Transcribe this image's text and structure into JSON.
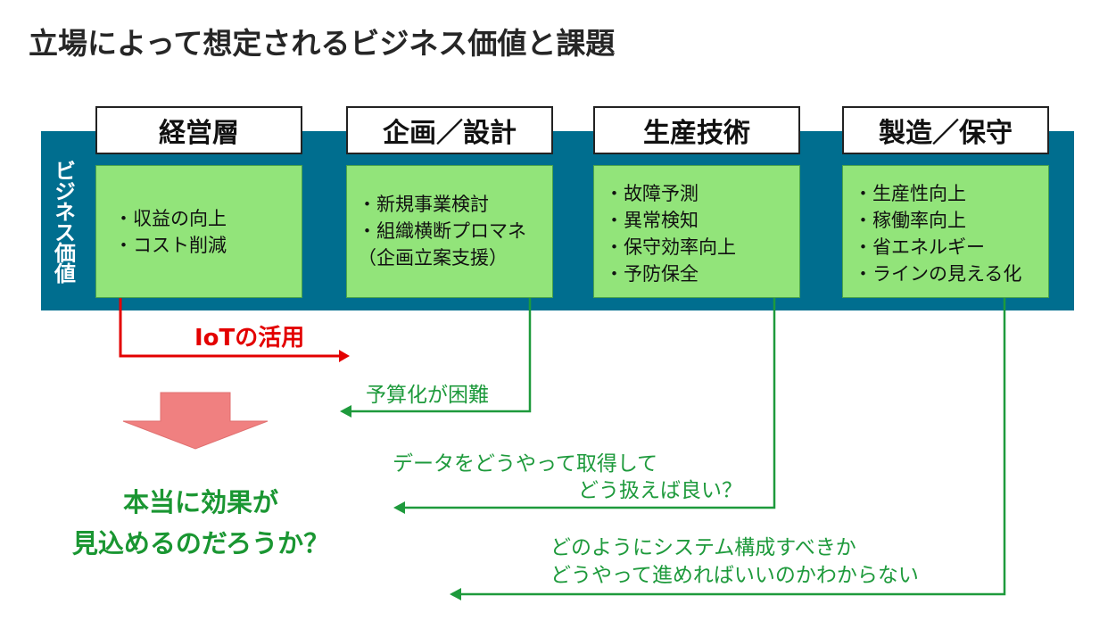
{
  "title": "立場によって想定されるビジネス価値と課題",
  "band_label": "ビジネス価値",
  "columns": [
    {
      "header": "経営層",
      "items": [
        "・収益の向上",
        "・コスト削減"
      ]
    },
    {
      "header": "企画／設計",
      "items": [
        "・新規事業検討",
        "・組織横断プロマネ",
        "（企画立案支援）"
      ]
    },
    {
      "header": "生産技術",
      "items": [
        "・故障予測",
        "・異常検知",
        "・保守効率向上",
        "・予防保全"
      ]
    },
    {
      "header": "製造／保守",
      "items": [
        "・生産性向上",
        "・稼働率向上",
        "・省エネルギー",
        "・ラインの見える化"
      ]
    }
  ],
  "iot_label": "IoTの活用",
  "issues": {
    "budget": "予算化が困難",
    "data_line1": "データをどうやって取得して",
    "data_line2": "どう扱えば良い？",
    "system_line1": "どのようにシステム構成すべきか",
    "system_line2": "どうやって進めればいいのかわからない"
  },
  "conclusion": {
    "line1": "本当に効果が",
    "line2": "見込めるのだろうか？"
  },
  "colors": {
    "band": "#006e8f",
    "value_box": "#92e47a",
    "iot_arrow": "#e30000",
    "issue_arrow": "#1e9a3c",
    "down_arrow": "#f08080"
  }
}
